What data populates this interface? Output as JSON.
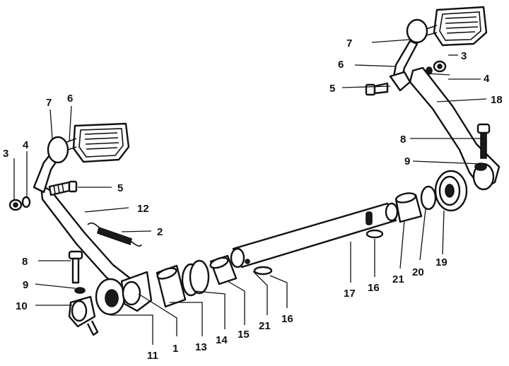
{
  "callouts": {
    "c1": "1",
    "c2": "2",
    "c3l": "3",
    "c3r": "3",
    "c4l": "4",
    "c4r": "4",
    "c5l": "5",
    "c5r": "5",
    "c6l": "6",
    "c6r": "6",
    "c7l": "7",
    "c7r": "7",
    "c8l": "8",
    "c8r": "8",
    "c9l": "9",
    "c9r": "9",
    "c10": "10",
    "c11": "11",
    "c12": "12",
    "c13": "13",
    "c14": "14",
    "c15": "15",
    "c16a": "16",
    "c16b": "16",
    "c17": "17",
    "c18": "18",
    "c19": "19",
    "c20": "20",
    "c21a": "21",
    "c21b": "21"
  }
}
